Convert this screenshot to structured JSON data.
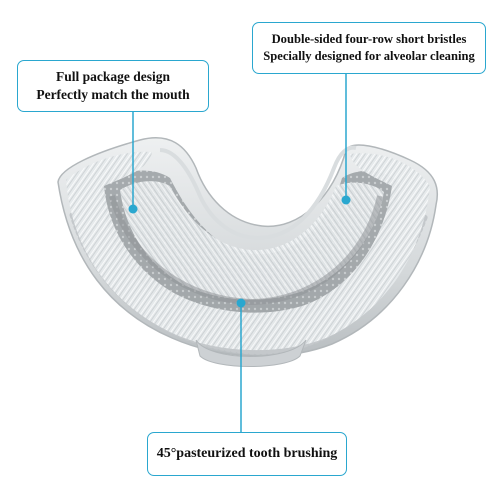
{
  "callouts": {
    "left": {
      "line1": "Full package design",
      "line2": "Perfectly match the mouth"
    },
    "right": {
      "line1": "Double-sided four-row short bristles",
      "line2": "Specially designed for alveolar cleaning"
    },
    "bottom": {
      "line1": "45°pasteurized tooth brushing"
    }
  },
  "colors": {
    "accent": "#2aa7cf",
    "silicone": "#cfd3d6",
    "bristle": "#e9edef"
  },
  "icons": {
    "main": "u-shaped-toothbrush-head"
  }
}
